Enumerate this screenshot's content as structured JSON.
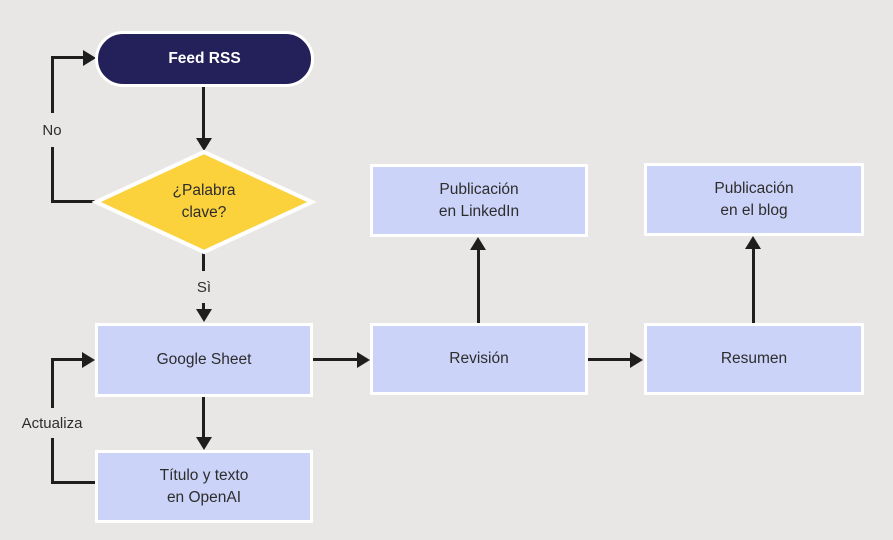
{
  "diagram": {
    "background_color": "#e8e7e5",
    "connector_color": "#1e1e1e",
    "nodes": {
      "feed_rss": {
        "label": "Feed RSS",
        "shape": "stadium",
        "fill_color": "#242059",
        "text_color": "#ffffff"
      },
      "palabra_clave": {
        "lines": [
          "¿Palabra",
          "clave?"
        ],
        "shape": "diamond",
        "fill_color": "#fbd13c"
      },
      "google_sheet": {
        "label": "Google Sheet",
        "shape": "rectangle",
        "fill_color": "#ccd3f8"
      },
      "titulo_openai": {
        "lines": [
          "Título y texto",
          "en OpenAI"
        ],
        "shape": "rectangle",
        "fill_color": "#ccd3f8"
      },
      "revision": {
        "label": "Revisión",
        "shape": "rectangle",
        "fill_color": "#ccd3f8"
      },
      "publicacion_linkedin": {
        "lines": [
          "Publicación",
          "en LinkedIn"
        ],
        "shape": "rectangle",
        "fill_color": "#ccd3f8"
      },
      "resumen": {
        "label": "Resumen",
        "shape": "rectangle",
        "fill_color": "#ccd3f8"
      },
      "publicacion_blog": {
        "lines": [
          "Publicación",
          "en el blog"
        ],
        "shape": "rectangle",
        "fill_color": "#ccd3f8"
      }
    },
    "edge_labels": {
      "no": "No",
      "si": "Sì",
      "actualiza": "Actualiza"
    },
    "edges": [
      {
        "from": "feed_rss",
        "to": "palabra_clave",
        "label": ""
      },
      {
        "from": "palabra_clave",
        "to": "feed_rss",
        "label": "No"
      },
      {
        "from": "palabra_clave",
        "to": "google_sheet",
        "label": "Sì"
      },
      {
        "from": "google_sheet",
        "to": "titulo_openai",
        "label": ""
      },
      {
        "from": "titulo_openai",
        "to": "google_sheet",
        "label": "Actualiza"
      },
      {
        "from": "google_sheet",
        "to": "revision",
        "label": ""
      },
      {
        "from": "revision",
        "to": "publicacion_linkedin",
        "label": ""
      },
      {
        "from": "revision",
        "to": "resumen",
        "label": ""
      },
      {
        "from": "resumen",
        "to": "publicacion_blog",
        "label": ""
      }
    ]
  }
}
